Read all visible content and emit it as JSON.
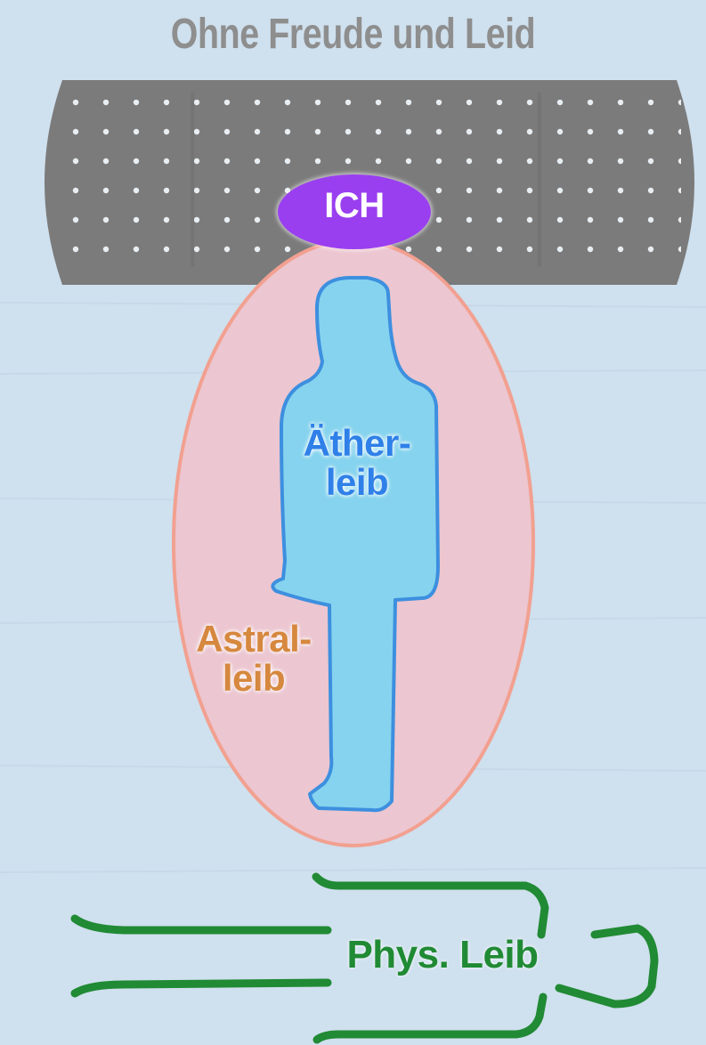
{
  "diagram": {
    "title": "Ohne Freude und Leid",
    "ich": "ICH",
    "aether": [
      "Äther-",
      "leib"
    ],
    "astral": [
      "Astral-",
      "leib"
    ],
    "physical": "Phys. Leib"
  },
  "colors": {
    "background": "#cfe0ee",
    "title": "#8e8e8e",
    "plaster": "#7b7b7b",
    "ich": "#9a3ff0",
    "astral_fill": "#ecc6d0",
    "astral_border": "#f2a090",
    "aether_fill": "#85d3ee",
    "aether_border": "#3d8fdf",
    "aether_text": "#2f80e8",
    "astral_text": "#d6883e",
    "physical": "#208a34"
  }
}
